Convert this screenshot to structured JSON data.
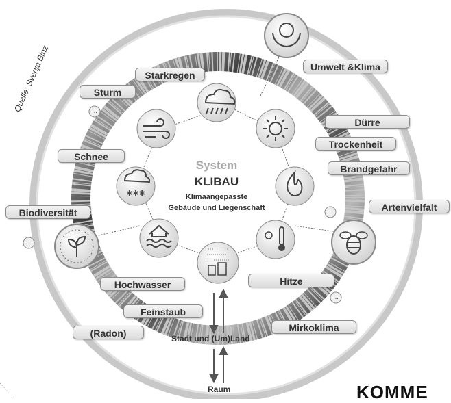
{
  "source": "Quelle: Svenja Binz",
  "center": {
    "system": "System",
    "title": "KLIBAU",
    "line1": "Klimaangepasste",
    "line2": "Gebäude und Liegenschaft"
  },
  "labels": {
    "starkregen": "Starkregen",
    "sturm": "Sturm",
    "schnee": "Schnee",
    "biodiversitaet": "Biodiversität",
    "hochwasser": "Hochwasser",
    "feinstaub": "Feinstaub",
    "radon": "(Radon)",
    "umwelt": "Umwelt &Klima",
    "duerre": "Dürre",
    "trockenheit": "Trockenheit",
    "brandgefahr": "Brandgefahr",
    "artenvielfalt": "Artenvielfalt",
    "hitze": "Hitze",
    "mikroklima": "Mirkoklima"
  },
  "stadt_land": "Stadt und (Um)Land",
  "raum": "Raum",
  "brand": "KOMME",
  "ellipsis": "..."
}
